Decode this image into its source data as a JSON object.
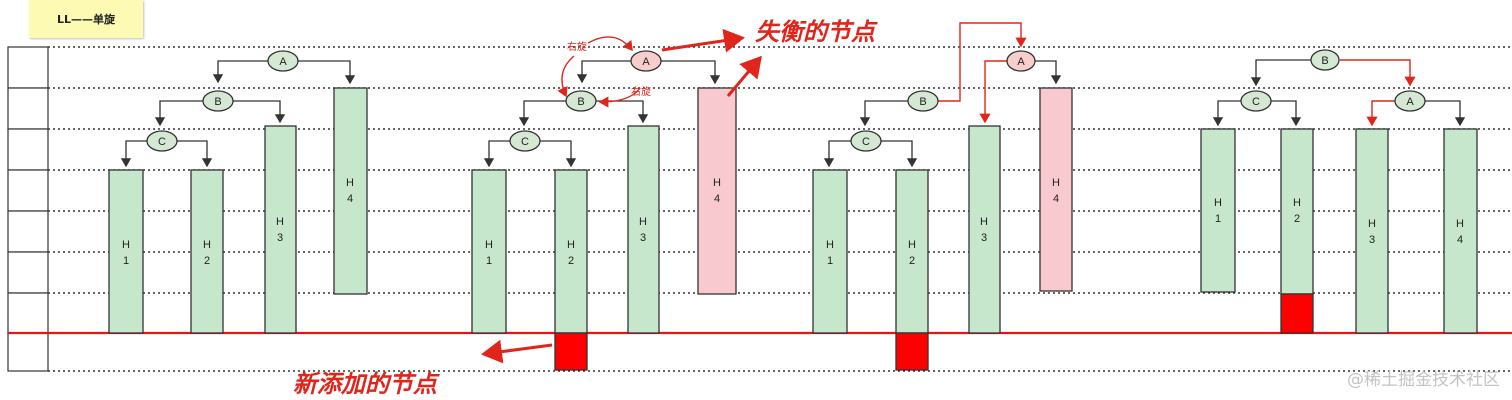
{
  "title_note": "LL——单旋",
  "annotations": {
    "unbalanced_node": "失衡的节点",
    "new_node": "新添加的节点",
    "rotate_right": "右旋"
  },
  "nodes": {
    "a": "A",
    "b": "B",
    "c": "C"
  },
  "subtrees": {
    "h1": [
      "H",
      "1"
    ],
    "h2": [
      "H",
      "2"
    ],
    "h3": [
      "H",
      "3"
    ],
    "h4": [
      "H",
      "4"
    ]
  },
  "watermark": "@稀土掘金技术社区",
  "colors": {
    "node_green": "#d5e8d4",
    "node_pink": "#f8cecc",
    "subtree_green": "#c6e7cb",
    "subtree_pink": "#f8c9cf",
    "new_red": "#ff0000",
    "arrow_red": "#e0261c",
    "note_yellow": "#fdfbb3"
  }
}
